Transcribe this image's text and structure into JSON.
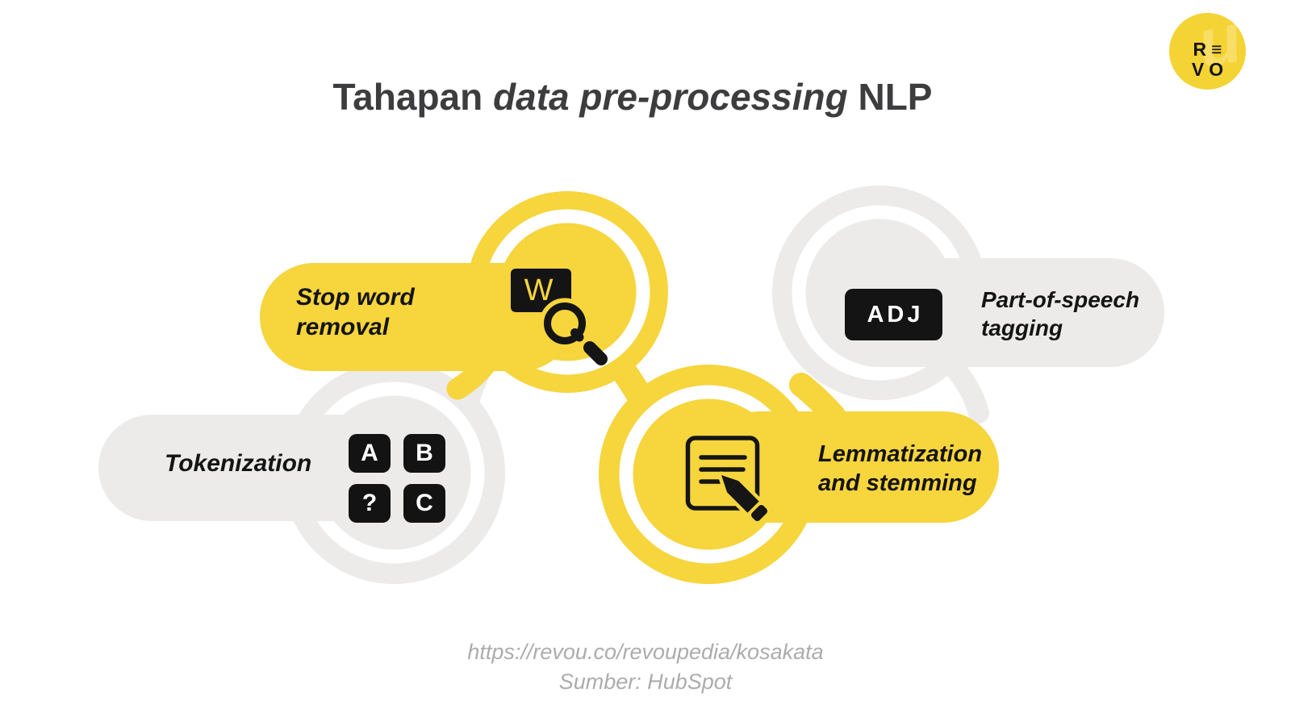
{
  "page": {
    "title": {
      "prefix": "Tahapan ",
      "emphasis": "data pre-processing",
      "suffix": " NLP"
    },
    "footer": {
      "line1": "https://revou.co/revoupedia/kosakata",
      "line2": "Sumber: HubSpot"
    }
  },
  "logo": {
    "row1": "R≡",
    "row2": "VO",
    "watermark": "u"
  },
  "stages": [
    {
      "id": "tokenization",
      "label_line1": "Tokenization",
      "icon": "letter-tiles-icon",
      "tiles": [
        "A",
        "B",
        "?",
        "C"
      ]
    },
    {
      "id": "stop-word-removal",
      "label_line1": "Stop word",
      "label_line2": "removal",
      "icon": "word-search-icon",
      "letter": "W"
    },
    {
      "id": "lemmatization-stemming",
      "label_line1": "Lemmatization",
      "label_line2": "and stemming",
      "icon": "document-pencil-icon"
    },
    {
      "id": "part-of-speech-tagging",
      "label_line1": "Part-of-speech",
      "label_line2": "tagging",
      "icon": "pos-tag-icon",
      "tag": "ADJ"
    }
  ],
  "colors": {
    "yellow": "#f6d53d",
    "light_gray": "#ecebea",
    "ink": "#141414",
    "title_text": "#3d3d3f",
    "footer_text": "#acacac",
    "tile_text": "#ffffff",
    "logo_yellow": "#f4d335"
  }
}
